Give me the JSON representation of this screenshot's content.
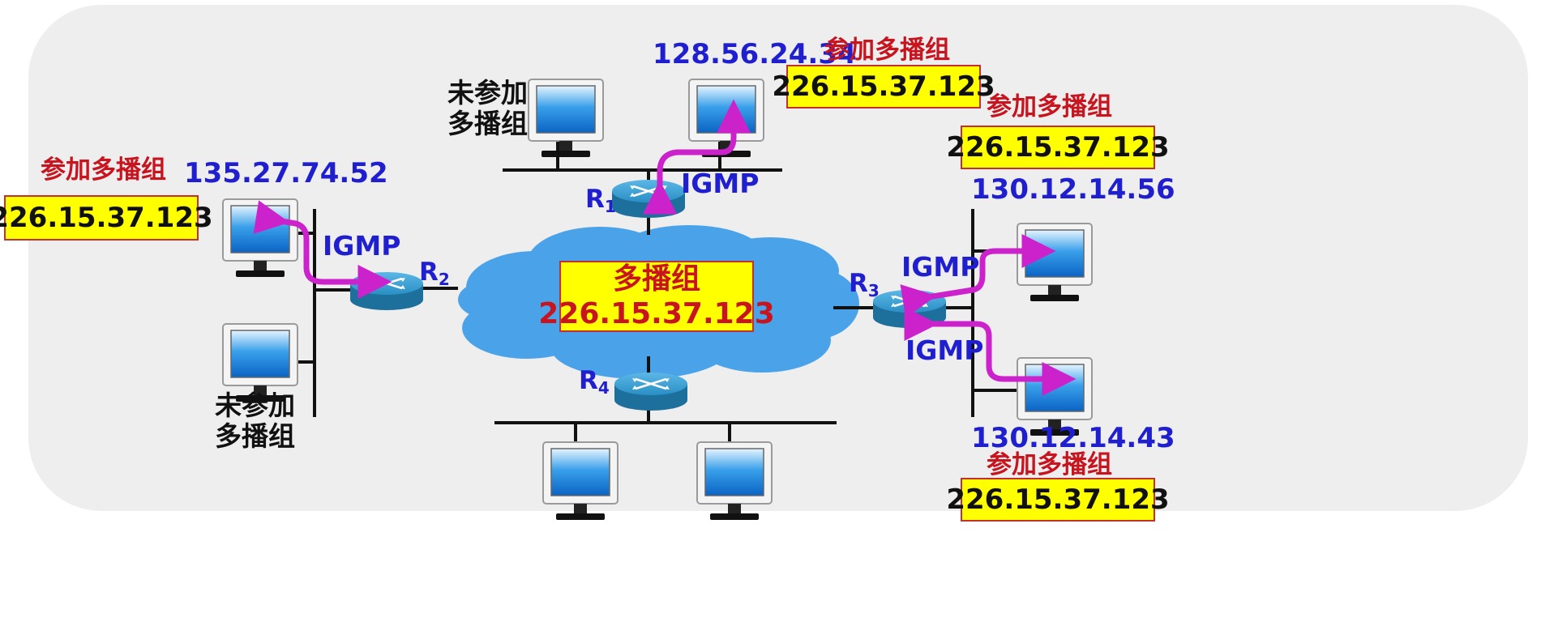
{
  "cloud": {
    "title": "多播组",
    "address": "226.15.37.123"
  },
  "routers": [
    {
      "id": "R1",
      "letter": "R",
      "sub": "1"
    },
    {
      "id": "R2",
      "letter": "R",
      "sub": "2"
    },
    {
      "id": "R3",
      "letter": "R",
      "sub": "3"
    },
    {
      "id": "R4",
      "letter": "R",
      "sub": "4"
    }
  ],
  "hosts": {
    "h_top_member_ip": "128.56.24.34",
    "h_left_member_ip": "135.27.74.52",
    "h_right_top_ip": "130.12.14.56",
    "h_right_bottom_ip": "130.12.14.43"
  },
  "labels": {
    "join": "参加多播组",
    "group_address": "226.15.37.123",
    "not_joined_line1": "未参加",
    "not_joined_line2": "多播组",
    "igmp": "IGMP"
  },
  "colors": {
    "background": "#eeeeee",
    "ip_text": "#1f1fcf",
    "join_text": "#c8141e",
    "box_fill": "#ffff00",
    "arrow": "#cc22cc",
    "cloud": "#4aa3e8",
    "router": "#2a8fc4"
  }
}
